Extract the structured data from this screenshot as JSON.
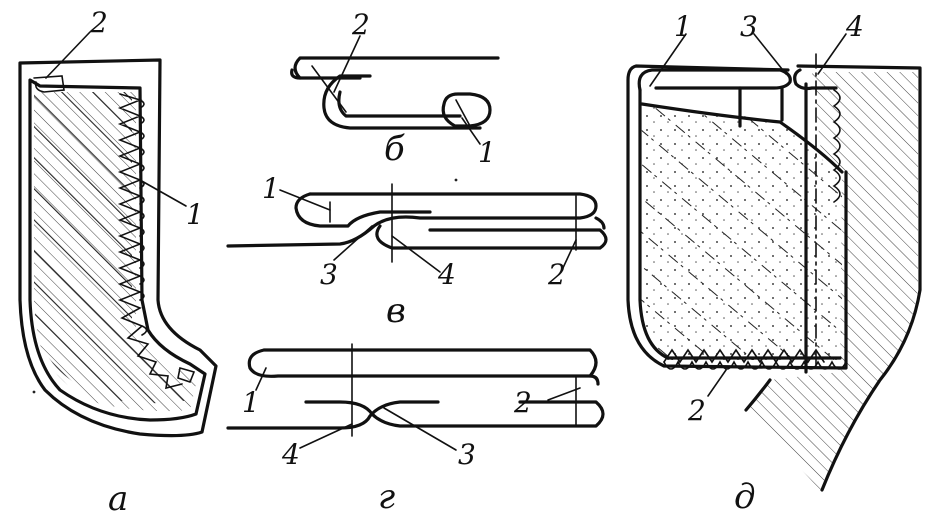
{
  "figure": {
    "panels": [
      {
        "id": "a",
        "caption": "а",
        "labels": [
          "1",
          "2"
        ]
      },
      {
        "id": "b",
        "caption": "б",
        "labels": [
          "1",
          "2"
        ]
      },
      {
        "id": "v",
        "caption": "в",
        "labels": [
          "1",
          "2",
          "3",
          "4"
        ]
      },
      {
        "id": "g",
        "caption": "г",
        "labels": [
          "1",
          "2",
          "3",
          "4"
        ]
      },
      {
        "id": "d",
        "caption": "д",
        "labels": [
          "1",
          "2",
          "3",
          "4"
        ]
      }
    ]
  }
}
